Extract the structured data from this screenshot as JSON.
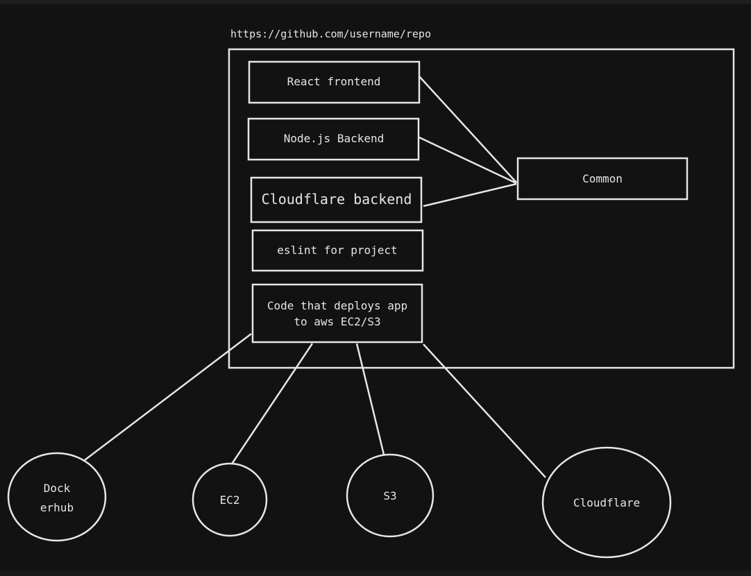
{
  "diagram": {
    "repo_url": "https://github.com/username/repo",
    "boxes": {
      "react": "React frontend",
      "node": "Node.js Backend",
      "cloudflare": "Cloudflare backend",
      "eslint": "eslint for project",
      "deploy_line1": "Code that deploys app",
      "deploy_line2": "to aws EC2/S3",
      "common": "Common"
    },
    "nodes": {
      "dockerhub_line1": "Dock",
      "dockerhub_line2": "erhub",
      "ec2": "EC2",
      "s3": "S3",
      "cloudflare": "Cloudflare"
    },
    "colors": {
      "background": "#121212",
      "stroke": "#e6e6e6"
    }
  }
}
